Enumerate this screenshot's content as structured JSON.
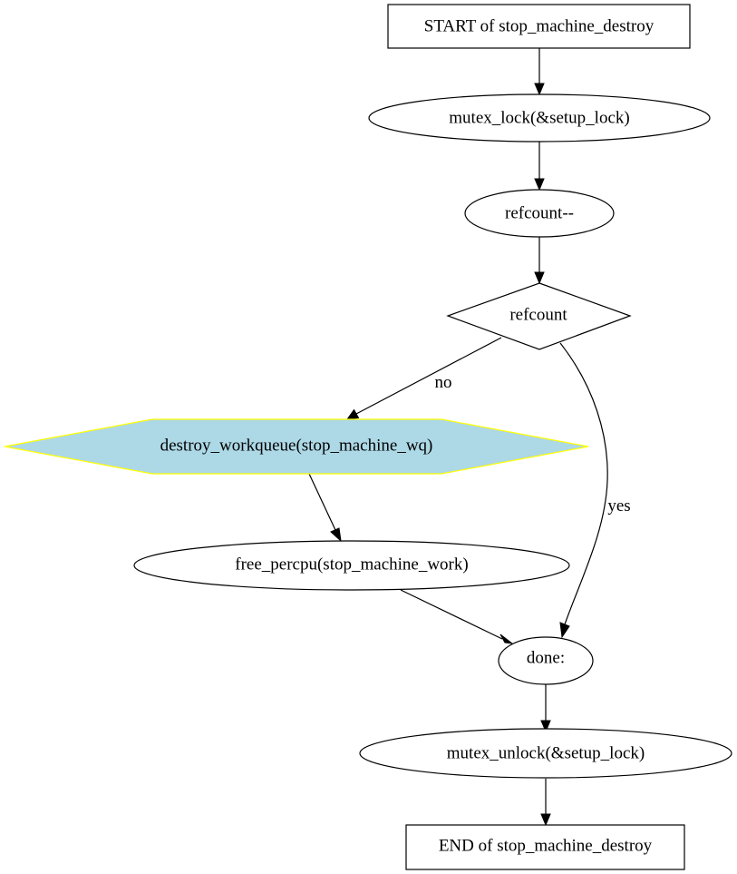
{
  "nodes": {
    "start": "START of stop_machine_destroy",
    "lock": "mutex_lock(&setup_lock)",
    "dec": "refcount--",
    "cond": "refcount",
    "destroy_wq": "destroy_workqueue(stop_machine_wq)",
    "free_pcpu": "free_percpu(stop_machine_work)",
    "done": "done:",
    "unlock": "mutex_unlock(&setup_lock)",
    "end": "END of stop_machine_destroy"
  },
  "edges": {
    "no": "no",
    "yes": "yes"
  },
  "colors": {
    "highlight_fill": "#add8e6",
    "highlight_stroke": "#ffff00"
  }
}
